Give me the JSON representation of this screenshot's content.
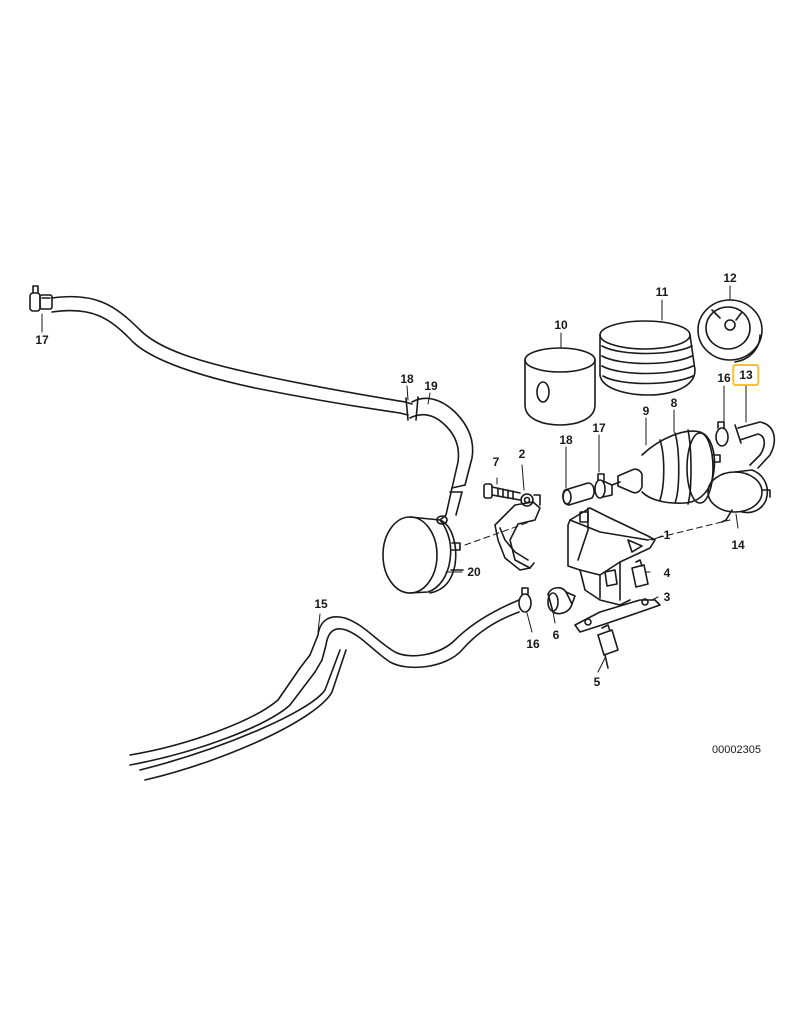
{
  "parts": [
    {
      "id": "1",
      "label": "1"
    },
    {
      "id": "2",
      "label": "2"
    },
    {
      "id": "3",
      "label": "3"
    },
    {
      "id": "4",
      "label": "4"
    },
    {
      "id": "5",
      "label": "5"
    },
    {
      "id": "6",
      "label": "6"
    },
    {
      "id": "7",
      "label": "7"
    },
    {
      "id": "8",
      "label": "8"
    },
    {
      "id": "9",
      "label": "9"
    },
    {
      "id": "10",
      "label": "10"
    },
    {
      "id": "11",
      "label": "11"
    },
    {
      "id": "12",
      "label": "12"
    },
    {
      "id": "13",
      "label": "13",
      "highlighted": true
    },
    {
      "id": "14",
      "label": "14"
    },
    {
      "id": "15",
      "label": "15"
    },
    {
      "id": "16a",
      "label": "16"
    },
    {
      "id": "16b",
      "label": "16"
    },
    {
      "id": "17a",
      "label": "17"
    },
    {
      "id": "17b",
      "label": "17"
    },
    {
      "id": "18a",
      "label": "18"
    },
    {
      "id": "18b",
      "label": "18"
    },
    {
      "id": "19",
      "label": "19"
    },
    {
      "id": "20",
      "label": "20"
    }
  ],
  "document_number": "00002305",
  "highlight_color": "#f2c230",
  "line_color": "#1a1a1a"
}
